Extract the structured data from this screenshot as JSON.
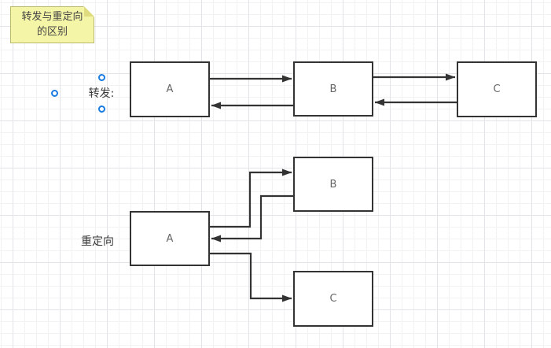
{
  "note": {
    "line1": "转发与重定向",
    "line2": "的区别"
  },
  "forward": {
    "label": "转发:",
    "boxes": [
      {
        "label": "A"
      },
      {
        "label": "B"
      },
      {
        "label": "C"
      }
    ]
  },
  "redirect": {
    "label": "重定向",
    "boxes": [
      {
        "label": "A"
      },
      {
        "label": "B"
      },
      {
        "label": "C"
      }
    ]
  },
  "colors": {
    "shape_stroke": "#333333",
    "shape_label_text": "#666666",
    "note_fill": "#f5f5a7",
    "note_border": "#b8b86e",
    "note_fold": "#dedc7e",
    "connection_point_blue": "#1b7be0",
    "grid_minor": "#f2f2f5",
    "grid_major": "#e4e4e8"
  }
}
